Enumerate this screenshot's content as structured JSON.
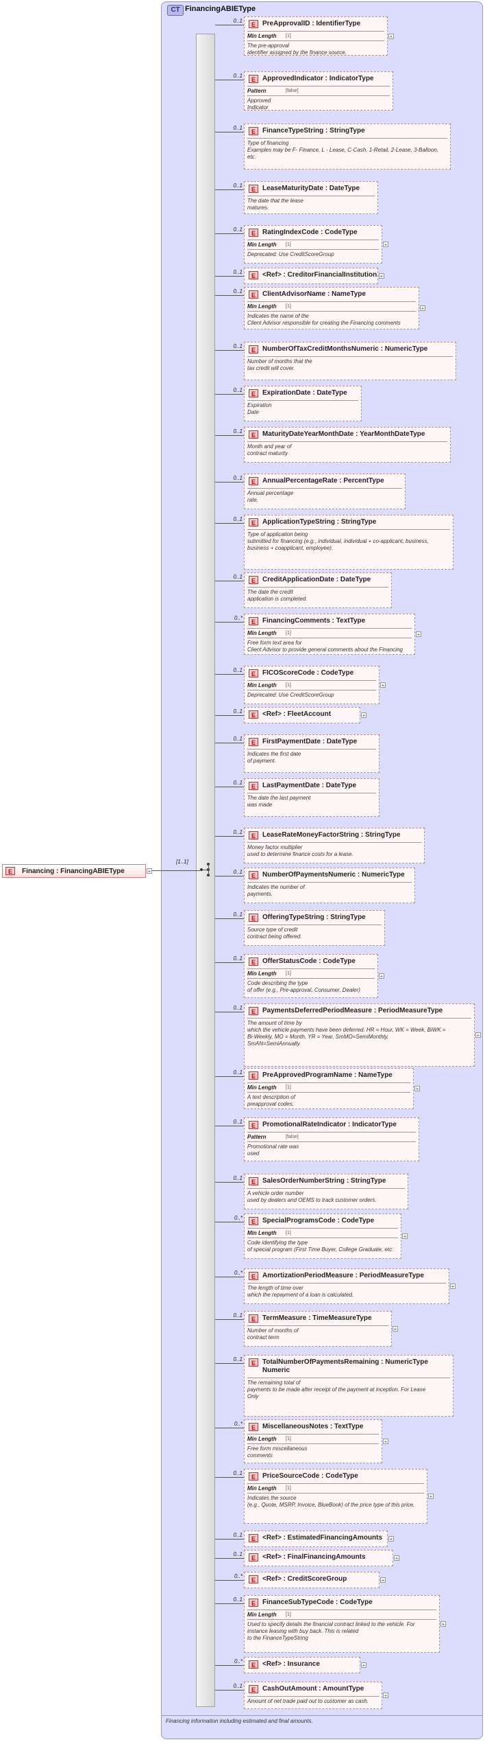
{
  "complex_type": {
    "badge": "CT",
    "name": "FinancingABIEType",
    "documentation": "Financing information including estimated and final amounts."
  },
  "root_element": {
    "badge": "E",
    "name": "Financing : FinancingABIEType",
    "multiplicity": "[1..1]"
  },
  "facet_labels": {
    "min_length": "Min Length",
    "pattern": "Pattern"
  },
  "elements": [
    {
      "name": "PreApprovalID : IdentifierType",
      "mult": "0..1",
      "facet": "min_length",
      "facet_value": "[1]",
      "doc": "The pre-approval\nidentifier assigned by the finance source.",
      "plus": true
    },
    {
      "name": "ApprovedIndicator : IndicatorType",
      "mult": "0..1",
      "facet": "pattern",
      "facet_value": "[false]",
      "doc": "Approved\nIndicator",
      "plus": false
    },
    {
      "name": "FinanceTypeString : StringType",
      "mult": "0..1",
      "facet": "",
      "facet_value": "",
      "doc": "Type of financing\n    Examples may be F- Finance, L - Lease, C-Cash, 1-Retail, 2-Lease, 3-Balloon,\netc.",
      "plus": false
    },
    {
      "name": "LeaseMaturityDate : DateType",
      "mult": "0..1",
      "facet": "",
      "facet_value": "",
      "doc": "The date that the lease\nmatures.",
      "plus": false
    },
    {
      "name": "RatingIndexCode : CodeType",
      "mult": "0..1",
      "facet": "min_length",
      "facet_value": "[1]",
      "doc": "Deprecated: Use CreditScoreGroup",
      "plus": true
    },
    {
      "name": "<Ref>     : CreditorFinancialInstitution",
      "mult": "0..1",
      "facet": "",
      "facet_value": "",
      "doc": "",
      "plus": true
    },
    {
      "name": "ClientAdvisorName : NameType",
      "mult": "0..1",
      "facet": "min_length",
      "facet_value": "[1]",
      "doc": "Indicates the name of the\nClient Advisor responsible for creating the Financing comments",
      "plus": true
    },
    {
      "name": "NumberOfTaxCreditMonthsNumeric : NumericType",
      "mult": "0..1",
      "facet": "",
      "facet_value": "",
      "doc": "Number of months that the\ntax credit will cover.",
      "plus": false
    },
    {
      "name": "ExpirationDate : DateType",
      "mult": "0..1",
      "facet": "",
      "facet_value": "",
      "doc": "Expiration\nDate",
      "plus": false
    },
    {
      "name": "MaturityDateYearMonthDate : YearMonthDateType",
      "mult": "0..1",
      "facet": "",
      "facet_value": "",
      "doc": "Month and year of\ncontract maturity",
      "plus": false
    },
    {
      "name": "AnnualPercentageRate : PercentType",
      "mult": "0..1",
      "facet": "",
      "facet_value": "",
      "doc": "Annual percentage\nrate.",
      "plus": false
    },
    {
      "name": "ApplicationTypeString : StringType",
      "mult": "0..1",
      "facet": "",
      "facet_value": "",
      "doc": "Type of application being\nsubmitted for financing (e.g., individual, individual + co-applicant, business,\nbusiness + coapplicant, employee).",
      "plus": false
    },
    {
      "name": "CreditApplicationDate : DateType",
      "mult": "0..1",
      "facet": "",
      "facet_value": "",
      "doc": "The date the credit\napplication is completed.",
      "plus": false
    },
    {
      "name": "FinancingComments : TextType",
      "mult": "0..*",
      "facet": "min_length",
      "facet_value": "[1]",
      "doc": "Free form text area for\nClient Advisor to provide general comments about the Financing",
      "plus": true
    },
    {
      "name": "FICOScoreCode : CodeType",
      "mult": "0..1",
      "facet": "min_length",
      "facet_value": "[1]",
      "doc": "Deprecated: Use CreditScoreGroup",
      "plus": true
    },
    {
      "name": "<Ref>     : FleetAccount",
      "mult": "0..1",
      "facet": "",
      "facet_value": "",
      "doc": "",
      "plus": true
    },
    {
      "name": "FirstPaymentDate : DateType",
      "mult": "0..1",
      "facet": "",
      "facet_value": "",
      "doc": "Indicates the first date\nof payment.",
      "plus": false
    },
    {
      "name": "LastPaymentDate : DateType",
      "mult": "0..1",
      "facet": "",
      "facet_value": "",
      "doc": "The date the last payment\nwas made",
      "plus": false
    },
    {
      "name": "LeaseRateMoneyFactorString : StringType",
      "mult": "0..1",
      "facet": "",
      "facet_value": "",
      "doc": "Money factor multiplier\nused to determine finance costs for a lease.",
      "plus": false
    },
    {
      "name": "NumberOfPaymentsNumeric : NumericType",
      "mult": "0..1",
      "facet": "",
      "facet_value": "",
      "doc": "Indicates the number of\npayments.",
      "plus": false
    },
    {
      "name": "OfferingTypeString : StringType",
      "mult": "0..1",
      "facet": "",
      "facet_value": "",
      "doc": "Source type of credit\ncontract being offered.",
      "plus": false
    },
    {
      "name": "OfferStatusCode : CodeType",
      "mult": "0..1",
      "facet": "min_length",
      "facet_value": "[1]",
      "doc": "Code describing the type\nof offer (e.g., Pre-approval, Consumer, Dealer)",
      "plus": true
    },
    {
      "name": "PaymentsDeferredPeriodMeasure : PeriodMeasureType",
      "mult": "0..1",
      "facet": "",
      "facet_value": "",
      "doc": "The amount of time by\n    which the vehicle payments have been deferred. HR = Hour, WK = Week, BiWK =\n    Bi-Weekly, MO = Month, YR = Year, SmMO=SemiMonthly,\nSmAN=SemiAnnually.",
      "plus": true
    },
    {
      "name": "PreApprovedProgramName : NameType",
      "mult": "0..1",
      "facet": "min_length",
      "facet_value": "[1]",
      "doc": "A text description of\npreapproval codes.",
      "plus": true
    },
    {
      "name": "PromotionalRateIndicator : IndicatorType",
      "mult": "0..1",
      "facet": "pattern",
      "facet_value": "[false]",
      "doc": "Promotional rate was\nused",
      "plus": false
    },
    {
      "name": "SalesOrderNumberString : StringType",
      "mult": "0..1",
      "facet": "",
      "facet_value": "",
      "doc": "A vehicle order number\nused by dealers and OEMS to track customer orders.",
      "plus": false
    },
    {
      "name": "SpecialProgramsCode : CodeType",
      "mult": "0..*",
      "facet": "min_length",
      "facet_value": "[1]",
      "doc": "Code identifying the type\nof special program (First Time Buyer, College Graduate, etc.",
      "plus": true
    },
    {
      "name": "AmortizationPeriodMeasure : PeriodMeasureType",
      "mult": "0..*",
      "facet": "",
      "facet_value": "",
      "doc": "The length of time over\nwhich the repayment of a loan is calculated.",
      "plus": true
    },
    {
      "name": "TermMeasure : TimeMeasureType",
      "mult": "0..1",
      "facet": "",
      "facet_value": "",
      "doc": "Number of months of\ncontract term",
      "plus": true
    },
    {
      "name": "TotalNumberOfPaymentsRemaining : NumericType\nNumeric",
      "mult": "0..1",
      "facet": "",
      "facet_value": "",
      "doc": "The remaining total of\n    payments to be made after receipt of the payment at inception. For Lease\nOnly",
      "plus": false
    },
    {
      "name": "MiscellaneousNotes : TextType",
      "mult": "0..*",
      "facet": "min_length",
      "facet_value": "[1]",
      "doc": "Free form miscellaneous\ncomments",
      "plus": true
    },
    {
      "name": "PriceSourceCode : CodeType",
      "mult": "0..1",
      "facet": "min_length",
      "facet_value": "[1]",
      "doc": "Indicates the source\n    (e.g., Quote, MSRP, Invoice, BlueBook) of the price type of this price.",
      "plus": true
    },
    {
      "name": "<Ref>     : EstimatedFinancingAmounts",
      "mult": "0..1",
      "facet": "",
      "facet_value": "",
      "doc": "",
      "plus": true
    },
    {
      "name": "<Ref>     : FinalFinancingAmounts",
      "mult": "0..1",
      "facet": "",
      "facet_value": "",
      "doc": "",
      "plus": true
    },
    {
      "name": "<Ref>     : CreditScoreGroup",
      "mult": "0..*",
      "facet": "",
      "facet_value": "",
      "doc": "",
      "plus": true
    },
    {
      "name": "FinanceSubTypeCode : CodeType",
      "mult": "0..1",
      "facet": "min_length",
      "facet_value": "[1]",
      "doc": "Used to specify details the financial contract linked to the vehicle. For\ninstance leasing with buy back.  This is related\nto the FinanceTypeString",
      "plus": true
    },
    {
      "name": "<Ref>     : Insurance",
      "mult": "0..*",
      "facet": "",
      "facet_value": "",
      "doc": "",
      "plus": true
    },
    {
      "name": "CashOutAmount : AmountType",
      "mult": "0..1",
      "facet": "",
      "facet_value": "",
      "doc": "Amount of net trade paid out to customer as cash.",
      "plus": true
    }
  ]
}
